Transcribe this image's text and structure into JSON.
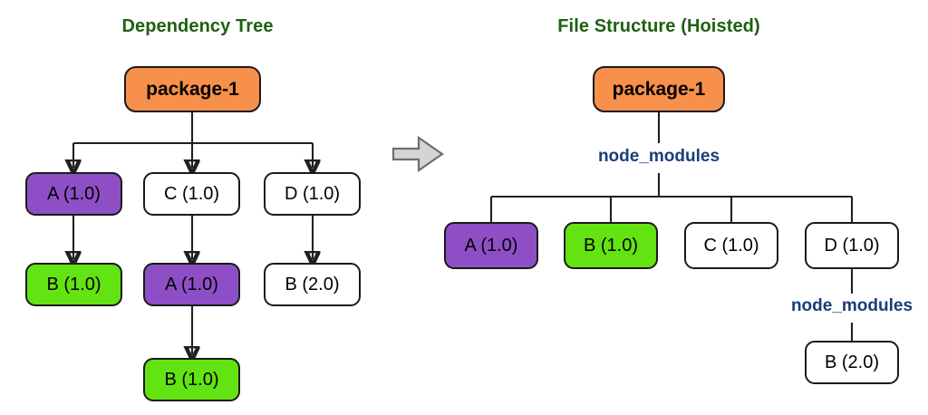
{
  "diagram": {
    "title_left": "Dependency Tree",
    "title_right": "File Structure (Hoisted)",
    "transition_icon": "right-block-arrow-icon",
    "colors": {
      "title": "#1f6010",
      "root": "#f7904a",
      "package_a": "#8e4fc6",
      "package_b": "#63e312",
      "package_plain": "#ffffff",
      "node_modules_label": "#1b3d7a",
      "edge": "#202020",
      "arrow_fill": "#d4d4d4"
    }
  },
  "left_panel": {
    "title": "Dependency Tree",
    "root": {
      "label": "package-1",
      "color": "orange"
    },
    "level1": [
      {
        "label": "A (1.0)",
        "color": "purple"
      },
      {
        "label": "C (1.0)",
        "color": "white"
      },
      {
        "label": "D (1.0)",
        "color": "white"
      }
    ],
    "level2": [
      {
        "label": "B (1.0)",
        "color": "green"
      },
      {
        "label": "A (1.0)",
        "color": "purple"
      },
      {
        "label": "B (2.0)",
        "color": "white"
      }
    ],
    "level3": [
      {
        "label": "B (1.0)",
        "color": "green"
      }
    ]
  },
  "right_panel": {
    "title": "File Structure (Hoisted)",
    "root": {
      "label": "package-1",
      "color": "orange"
    },
    "node_modules_top": "node_modules",
    "children": [
      {
        "label": "A (1.0)",
        "color": "purple"
      },
      {
        "label": "B (1.0)",
        "color": "green"
      },
      {
        "label": "C (1.0)",
        "color": "white"
      },
      {
        "label": "D (1.0)",
        "color": "white"
      }
    ],
    "node_modules_nested": "node_modules",
    "nested_child": {
      "label": "B (2.0)",
      "color": "white"
    }
  }
}
